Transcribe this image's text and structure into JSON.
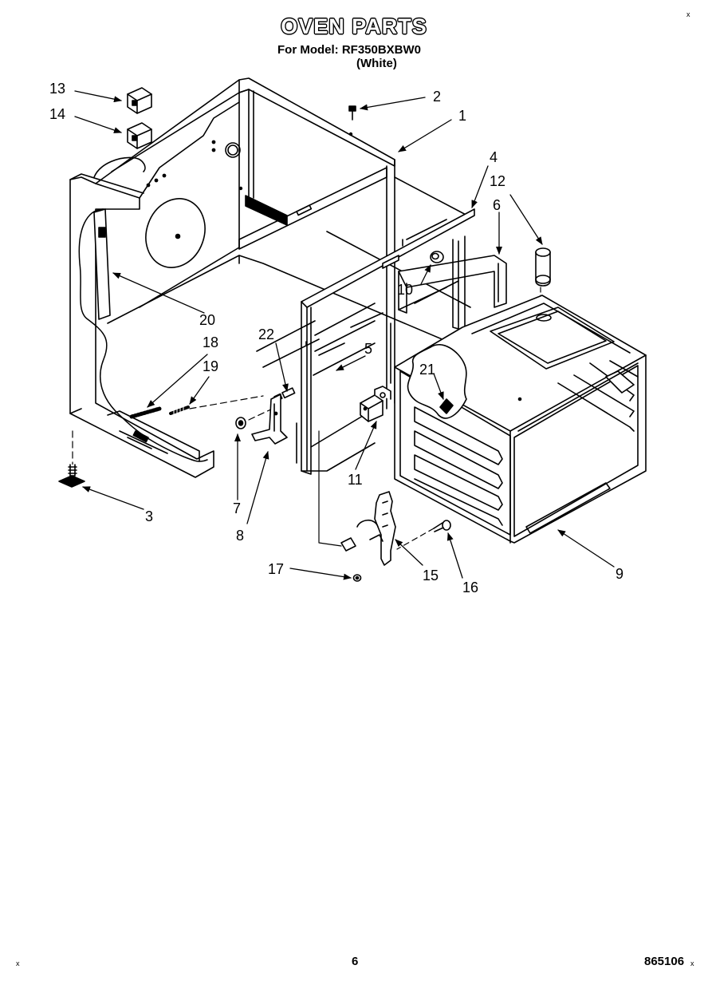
{
  "header": {
    "title": "OVEN PARTS",
    "model_line": "For Model: RF350BXBW0",
    "color_line": "(White)"
  },
  "callouts": {
    "c1": "1",
    "c2": "2",
    "c3": "3",
    "c4": "4",
    "c5": "5",
    "c6": "6",
    "c7": "7",
    "c8": "8",
    "c9": "9",
    "c10": "10",
    "c11": "11",
    "c12": "12",
    "c13": "13",
    "c14": "14",
    "c15": "15",
    "c16": "16",
    "c17": "17",
    "c18": "18",
    "c19": "19",
    "c20": "20",
    "c21": "21",
    "c22": "22"
  },
  "footer": {
    "page_number": "6",
    "document_number": "865106"
  },
  "corner_mark": "x"
}
